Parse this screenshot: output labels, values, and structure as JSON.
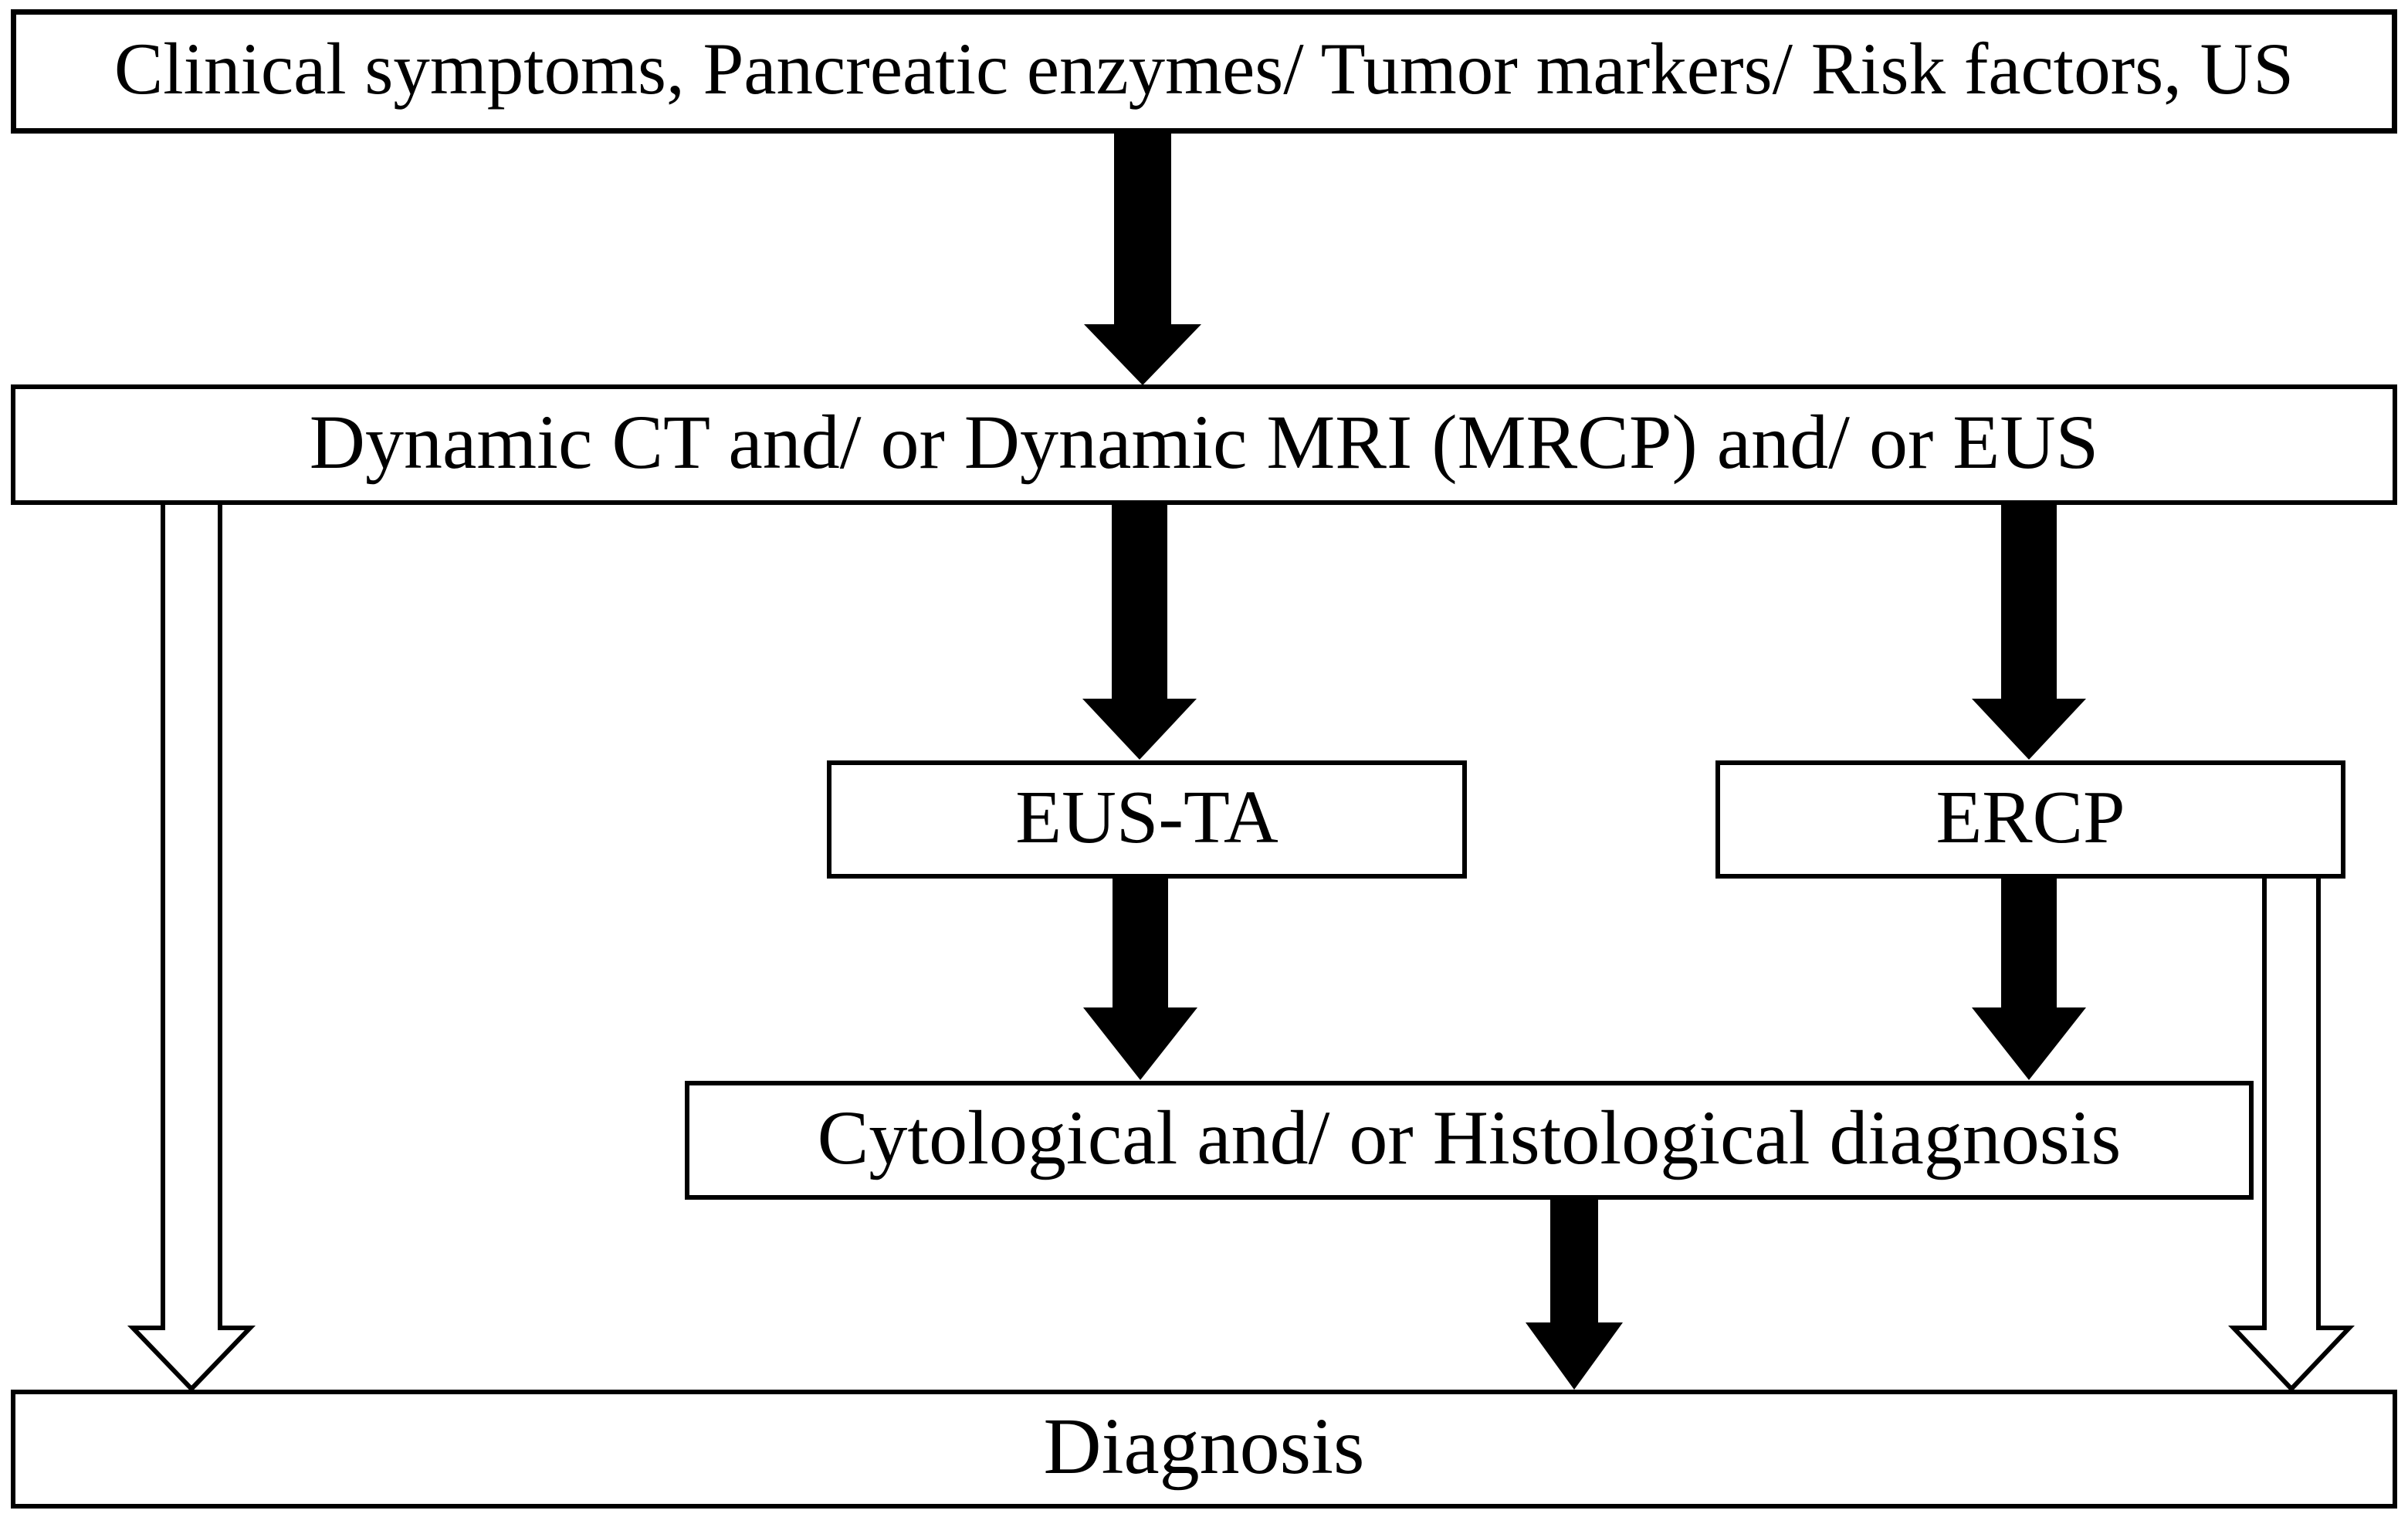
{
  "flowchart": {
    "background_color": "#ffffff",
    "box_fill_color": "#ffffff",
    "box_border_color": "#000000",
    "solid_arrow_color": "#000000",
    "outline_arrow_fill": "#ffffff",
    "outline_arrow_stroke": "#000000",
    "nodes": {
      "symptoms": {
        "label": "Clinical symptoms, Pancreatic enzymes/ Tumor markers/ Risk factors, US"
      },
      "imaging": {
        "label": "Dynamic CT and/ or Dynamic MRI (MRCP) and/ or EUS"
      },
      "eus_ta": {
        "label": "EUS-TA"
      },
      "ercp": {
        "label": "ERCP"
      },
      "cytology": {
        "label": "Cytological and/ or Histological diagnosis"
      },
      "diagnosis": {
        "label": "Diagnosis"
      }
    },
    "arrows": [
      {
        "name": "arrow-symptoms-to-imaging",
        "from": "symptoms",
        "to": "imaging",
        "style": "solid-black"
      },
      {
        "name": "arrow-imaging-to-eus-ta",
        "from": "imaging",
        "to": "eus_ta",
        "style": "solid-black"
      },
      {
        "name": "arrow-imaging-to-ercp",
        "from": "imaging",
        "to": "ercp",
        "style": "solid-black"
      },
      {
        "name": "arrow-eus-ta-to-cytology",
        "from": "eus_ta",
        "to": "cytology",
        "style": "solid-black"
      },
      {
        "name": "arrow-ercp-to-cytology",
        "from": "ercp",
        "to": "cytology",
        "style": "solid-black"
      },
      {
        "name": "arrow-cytology-to-diagnosis",
        "from": "cytology",
        "to": "diagnosis",
        "style": "solid-black"
      },
      {
        "name": "arrow-imaging-to-diagnosis",
        "from": "imaging",
        "to": "diagnosis",
        "style": "white-outline"
      },
      {
        "name": "arrow-ercp-to-diagnosis",
        "from": "ercp",
        "to": "diagnosis",
        "style": "white-outline"
      }
    ]
  }
}
